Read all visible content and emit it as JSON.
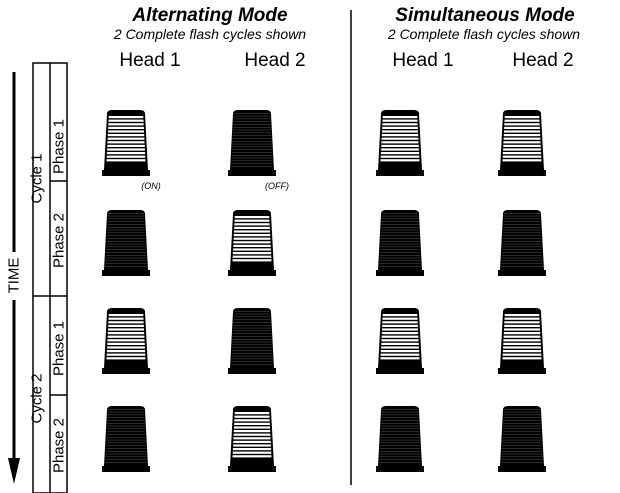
{
  "modes": [
    {
      "title": "Alternating Mode",
      "subtitle": "2 Complete flash cycles shown",
      "head1_label": "Head 1",
      "head2_label": "Head 2",
      "states": [
        [
          "on",
          "off"
        ],
        [
          "off",
          "on"
        ],
        [
          "on",
          "off"
        ],
        [
          "off",
          "on"
        ]
      ],
      "state_labels": {
        "head1": "(ON)",
        "head2": "(OFF)"
      }
    },
    {
      "title": "Simultaneous Mode",
      "subtitle": "2 Complete flash cycles shown",
      "head1_label": "Head 1",
      "head2_label": "Head 2",
      "states": [
        [
          "on",
          "on"
        ],
        [
          "off",
          "off"
        ],
        [
          "on",
          "on"
        ],
        [
          "off",
          "off"
        ]
      ]
    }
  ],
  "timeline": {
    "axis_label": "TIME",
    "cycle1_label": "Cycle 1",
    "cycle2_label": "Cycle 2",
    "phase1_label": "Phase 1",
    "phase2_label": "Phase 2"
  },
  "colors": {
    "ink": "#000000",
    "lit": "#ffffff",
    "background": "#ffffff"
  }
}
